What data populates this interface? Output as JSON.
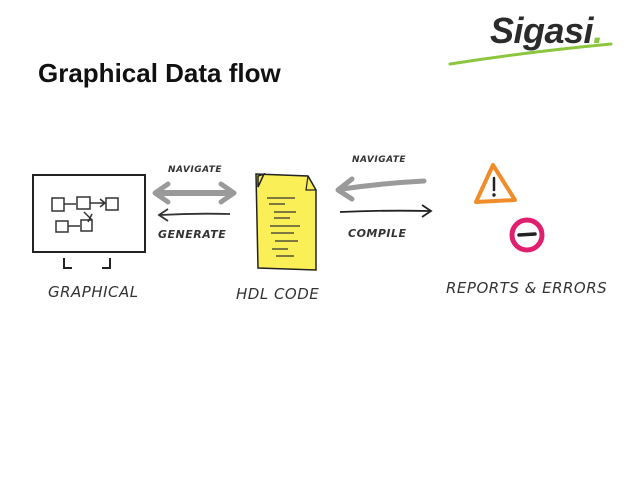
{
  "slide": {
    "title": "Graphical Data flow",
    "logo_text": "Sigasi",
    "logo_dot": "."
  },
  "diagram": {
    "labels": {
      "navigate_left": "NAVIGATE",
      "generate": "GENERATE",
      "navigate_right": "NAVIGATE",
      "compile": "COMPILE",
      "graphical": "GRAPHICAL",
      "hdl_code": "HDL CODE",
      "reports_errors": "REPORTS & ERRORS"
    },
    "colors": {
      "arrow_gray": "#9a9a9a",
      "document_yellow": "#fbef58",
      "warning_orange": "#f08c2a",
      "error_pink": "#e0206e",
      "logo_green": "#8cc63f",
      "ink": "#333333"
    },
    "icons": [
      "monitor-icon",
      "document-icon",
      "warning-icon",
      "error-icon"
    ]
  }
}
